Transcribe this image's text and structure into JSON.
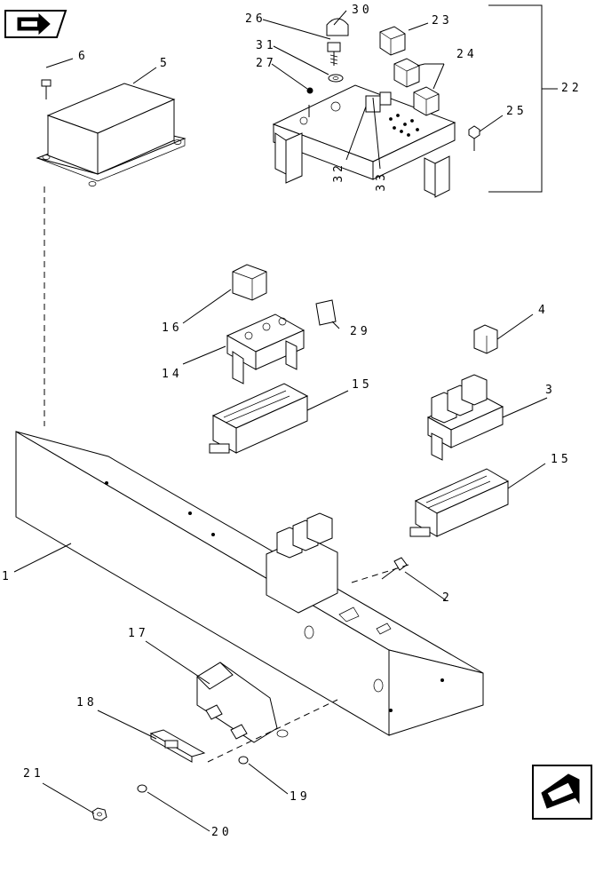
{
  "diagram": {
    "callouts": [
      "1",
      "2",
      "3",
      "4",
      "5",
      "6",
      "14",
      "15",
      "15",
      "16",
      "17",
      "18",
      "19",
      "20",
      "21",
      "22",
      "23",
      "24",
      "25",
      "26",
      "27",
      "29",
      "30",
      "31",
      "32",
      "33"
    ],
    "colors": {
      "ink": "#000000",
      "paper": "#ffffff"
    },
    "icons": {
      "top_nav": "previous-page-icon",
      "bottom_nav": "next-page-icon"
    }
  }
}
